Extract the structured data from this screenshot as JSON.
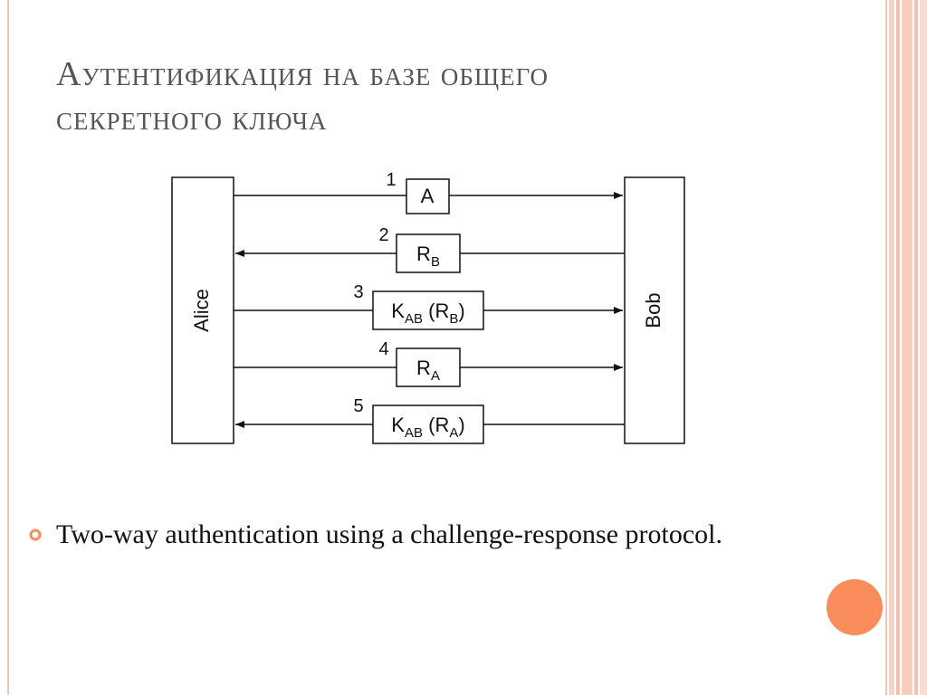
{
  "slide": {
    "title_line1": "Аутентификация на базе общего",
    "title_line2": "секретного ключа",
    "bullet": "Two-way authentication using a challenge-response protocol."
  },
  "diagram": {
    "left_party": "Alice",
    "right_party": "Bob",
    "messages": [
      {
        "num": "1",
        "main": "A",
        "sub": "",
        "direction": "alice-to-bob"
      },
      {
        "num": "2",
        "main": "R",
        "sub": "B",
        "direction": "bob-to-alice"
      },
      {
        "num": "3",
        "main": "K",
        "sub": "AB",
        "paren_main": "R",
        "paren_sub": "B",
        "direction": "alice-to-bob"
      },
      {
        "num": "4",
        "main": "R",
        "sub": "A",
        "direction": "alice-to-bob"
      },
      {
        "num": "5",
        "main": "K",
        "sub": "AB",
        "paren_main": "R",
        "paren_sub": "A",
        "direction": "bob-to-alice"
      }
    ]
  },
  "colors": {
    "accent_orange": "#fb8c5b",
    "frame_pink": "#f2c7b8",
    "title_gray": "#555555"
  }
}
